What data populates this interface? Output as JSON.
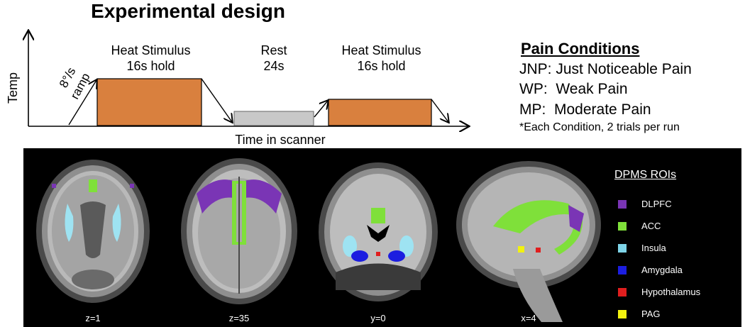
{
  "title": "Experimental design",
  "diagram": {
    "y_axis_label": "Temp",
    "x_axis_label": "Time in scanner",
    "ramp_label_line1": "8°/s",
    "ramp_label_line2": "ramp",
    "stimulus1_line1": "Heat Stimulus",
    "stimulus1_line2": "16s hold",
    "rest_line1": "Rest",
    "rest_line2": "24s",
    "stimulus2_line1": "Heat Stimulus",
    "stimulus2_line2": "16s hold",
    "colors": {
      "stimulus": "#d9803e",
      "rest": "#c8c8c8"
    }
  },
  "pain_conditions": {
    "heading": "Pain Conditions",
    "items": [
      "JNP: Just Noticeable Pain",
      "WP:  Weak Pain",
      "MP:  Moderate Pain"
    ],
    "note": "*Each Condition, 2 trials per run"
  },
  "brain_panel": {
    "captions": [
      "z=1",
      "z=35",
      "y=0",
      "x=4"
    ],
    "legend_title": "DPMS ROIs",
    "legend": [
      {
        "label": "DLPFC",
        "color": "#7a35b5"
      },
      {
        "label": "ACC",
        "color": "#7fe03a"
      },
      {
        "label": "Insula",
        "color": "#7ed4e8"
      },
      {
        "label": "Amygdala",
        "color": "#1c1ee0"
      },
      {
        "label": "Hypothalamus",
        "color": "#e01e1e"
      },
      {
        "label": "PAG",
        "color": "#f2f20f"
      }
    ]
  }
}
